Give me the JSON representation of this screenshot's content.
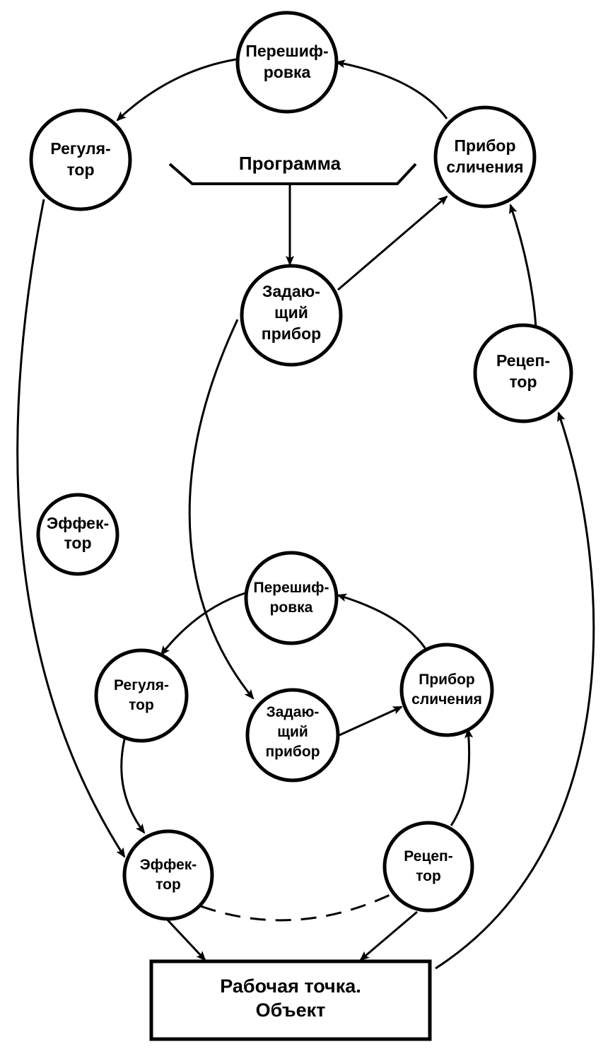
{
  "program": {
    "label": "Программа"
  },
  "object": {
    "line1": "Рабочая точка.",
    "line2": "Объект"
  },
  "upper": {
    "reencoding": {
      "line1": "Перешиф-",
      "line2": "ровка"
    },
    "regulator": {
      "line1": "Регуля-",
      "line2": "тор"
    },
    "comparator": {
      "line1": "Прибор",
      "line2": "сличения"
    },
    "setter": {
      "line1": "Задаю-",
      "line2": "щий",
      "line3": "прибор"
    },
    "receptor": {
      "line1": "Рецеп-",
      "line2": "тор"
    },
    "effector": {
      "line1": "Эффек-",
      "line2": "тор"
    }
  },
  "lower": {
    "reencoding": {
      "line1": "Перешиф-",
      "line2": "ровка"
    },
    "regulator": {
      "line1": "Регуля-",
      "line2": "тор"
    },
    "comparator": {
      "line1": "Прибор",
      "line2": "сличения"
    },
    "setter": {
      "line1": "Задаю-",
      "line2": "щий",
      "line3": "прибор"
    },
    "receptor": {
      "line1": "Рецеп-",
      "line2": "тор"
    },
    "effector": {
      "line1": "Эффек-",
      "line2": "тор"
    }
  }
}
